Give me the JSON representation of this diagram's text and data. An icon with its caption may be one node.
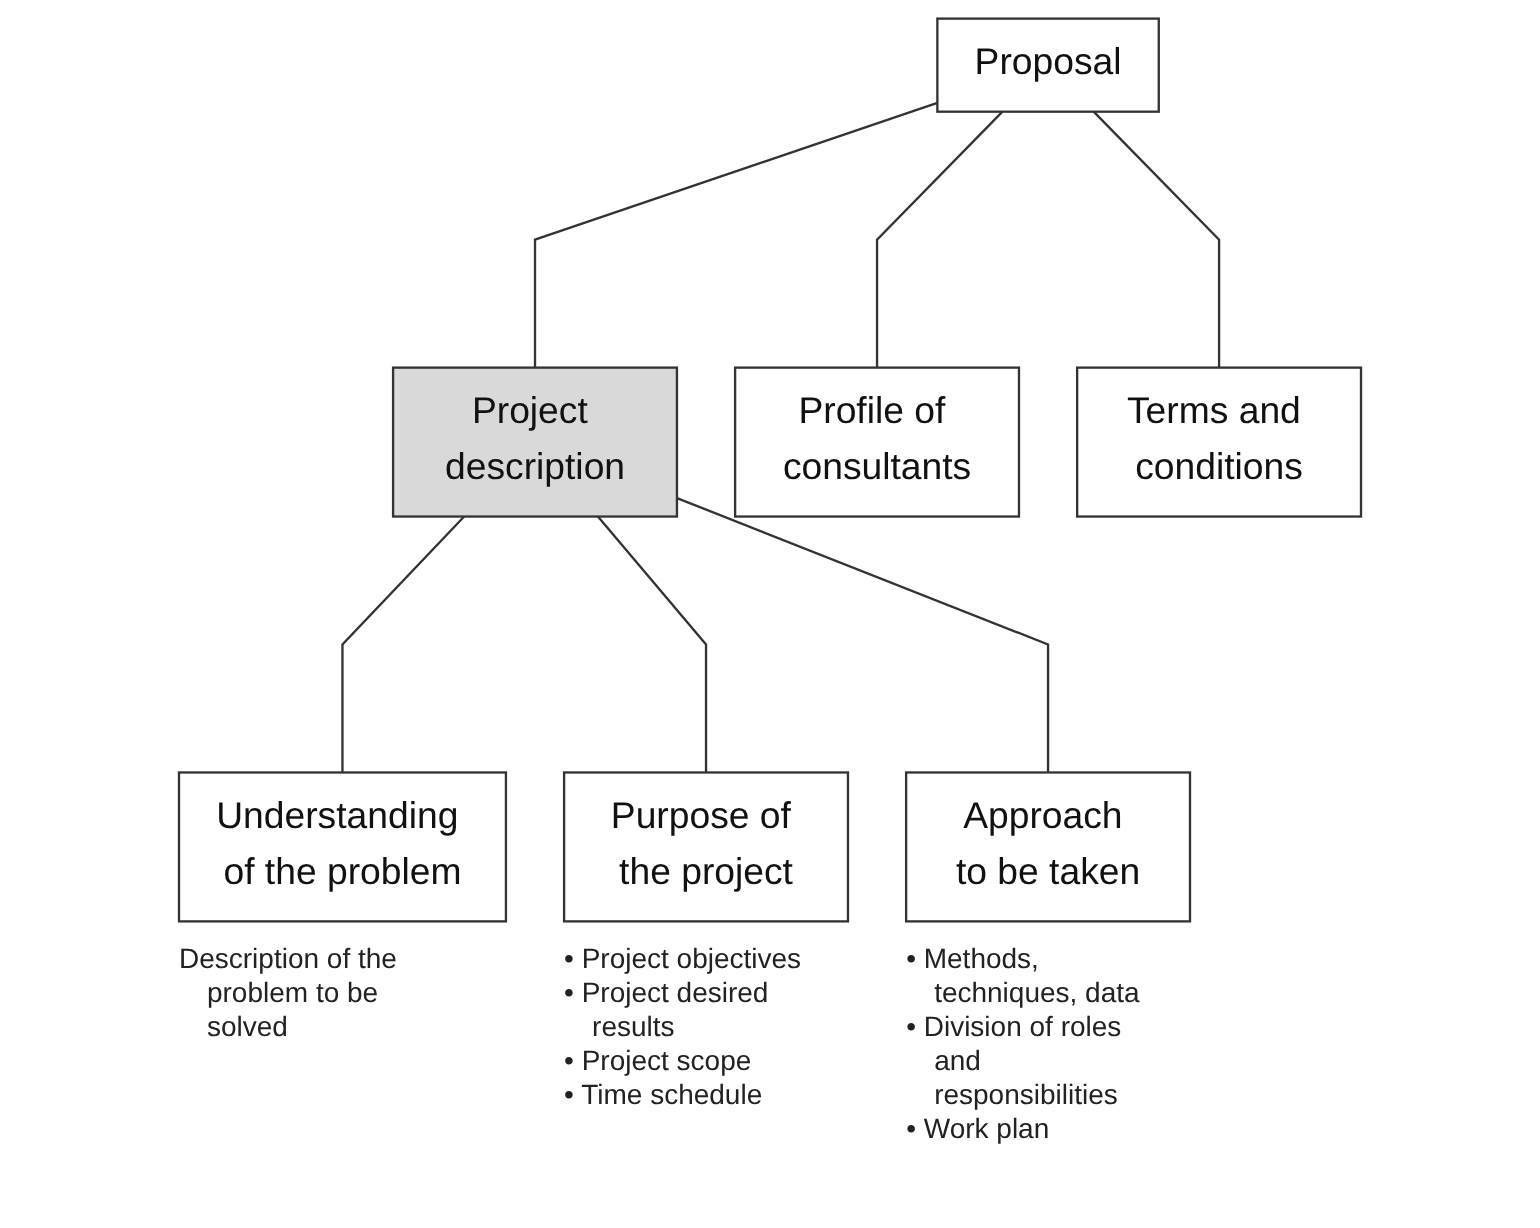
{
  "diagram": {
    "nodes": [
      {
        "text": [
          "Proposal"
        ]
      },
      {
        "text": [
          "Project description"
        ]
      },
      {
        "text": [
          "Profile of consultants"
        ]
      },
      {
        "text": [
          "Terms and conditions"
        ]
      },
      {
        "text": [
          "Understanding of the problem"
        ],
        "beside": [
          "Description of the problem to be solved"
        ]
      },
      {
        "text": [
          "Purpose of the project"
        ],
        "beside": [
          "• Project objectives",
          "• Project desired results",
          "• Project scope",
          "• Time schedule"
        ]
      },
      {
        "text": [
          "Approach to be taken"
        ],
        "beside": [
          "• Methods, techniques, data",
          "• Division of roles and responsibilities",
          "• Work plan"
        ]
      }
    ],
    "edges": [
      {
        "from": 0,
        "to": 1,
        "arrow": "none"
      },
      {
        "from": 0,
        "to": 2,
        "arrow": "none"
      },
      {
        "from": 0,
        "to": 3,
        "arrow": "none"
      },
      {
        "from": 1,
        "to": 4,
        "arrow": "none"
      },
      {
        "from": 1,
        "to": 5,
        "arrow": "none"
      },
      {
        "from": 1,
        "to": 6,
        "arrow": "none"
      }
    ]
  }
}
